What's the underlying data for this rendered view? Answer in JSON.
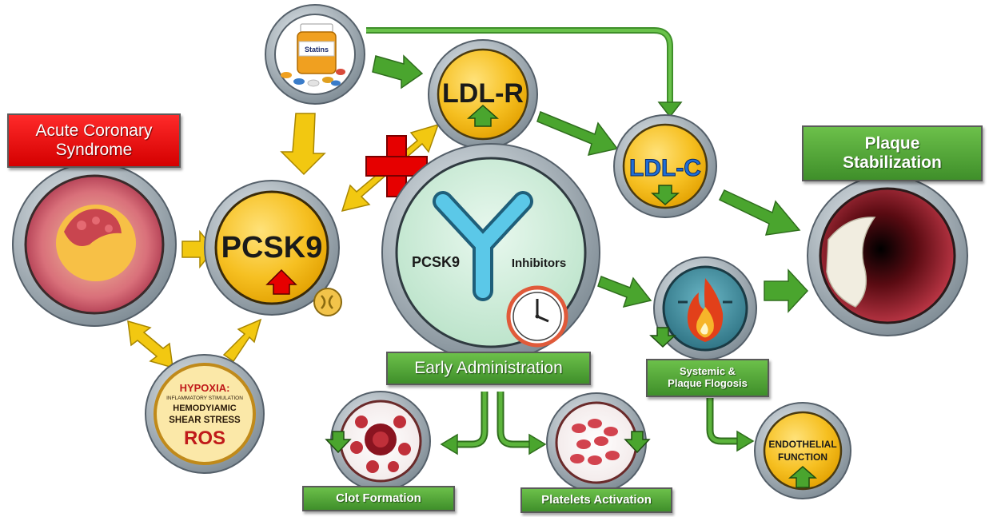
{
  "nodes": {
    "statins": {
      "label": "Statins"
    },
    "ldlr": {
      "label": "LDL-R"
    },
    "ldlc": {
      "label": "LDL-C"
    },
    "pcsk9": {
      "label": "PCSK9"
    },
    "inhibitor": {
      "label_left": "PCSK9",
      "label_right": "Inhibitors"
    },
    "triggers": {
      "line1": "HYPOXIA:",
      "line2": "INFLAMMATORY STIMULATION",
      "line3": "HEMODYIAMIC",
      "line4": "SHEAR STRESS",
      "line5": "ROS"
    },
    "endothelial": {
      "line1": "ENDOTHELIAL",
      "line2": "FUNCTION"
    }
  },
  "labels": {
    "acute_coronary": {
      "line1": "Acute Coronary",
      "line2": "Syndrome"
    },
    "plaque_stabilization": {
      "line1": "Plaque",
      "line2": "Stabilization"
    },
    "early_administration": "Early Administration",
    "flogosis": {
      "line1": "Systemic &",
      "line2": "Plaque Flogosis"
    },
    "clot_formation": "Clot Formation",
    "platelets_activation": "Platelets Activation"
  },
  "colors": {
    "green_arrow": "#4aa52e",
    "yellow_arrow": "#f2c811",
    "red_box": "#e60000",
    "green_box": "#4fa83a",
    "gold": "#f6c022",
    "ring": "#9aa7b0"
  }
}
